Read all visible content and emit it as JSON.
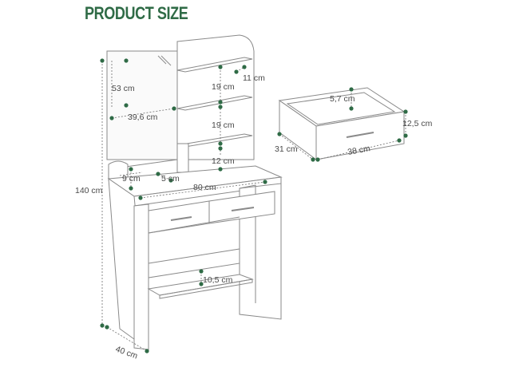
{
  "title": "PRODUCT SIZE",
  "colors": {
    "accent": "#2f6b46",
    "line": "#8a8a8a"
  },
  "dimensions": {
    "mirror_height": "53 cm",
    "mirror_width": "39,6 cm",
    "shelf_gap_top": "19 cm",
    "shelf_gap_mid": "19 cm",
    "shelf_depth": "11 cm",
    "shelf_gap_bottom": "12 cm",
    "small_box_height": "9 cm",
    "small_box_depth": "5 cm",
    "table_width": "80 cm",
    "total_height": "140 cm",
    "table_depth": "40 cm",
    "lower_shelf_height": "10,5 cm",
    "drawer_inner_height": "5,7 cm",
    "drawer_height": "12,5 cm",
    "drawer_depth": "31 cm",
    "drawer_width": "38 cm"
  }
}
